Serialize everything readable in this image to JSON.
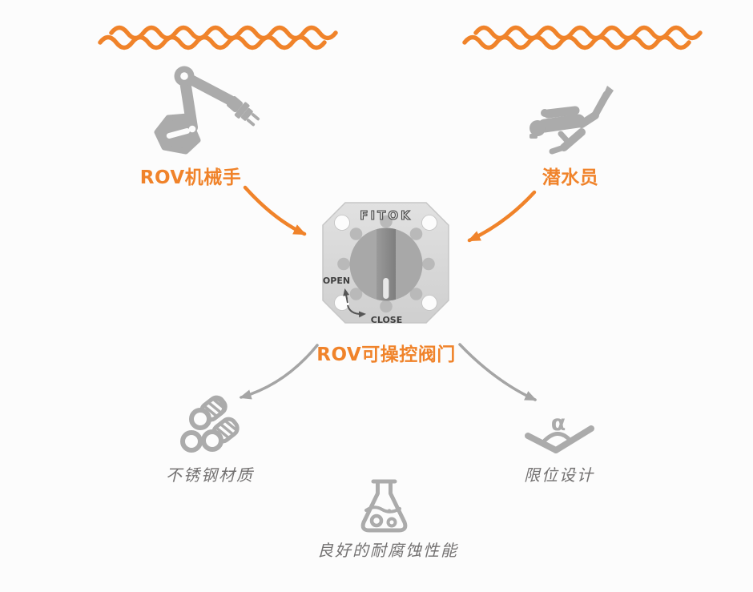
{
  "palette": {
    "orange": "#F0832A",
    "icon_gray": "#ABABAB",
    "caption_gray": "#737171",
    "arrow_gray": "#A5A5A5",
    "background": "#FCFCFC"
  },
  "icons": {
    "left_waves": "water-waves-icon",
    "right_waves": "water-waves-icon",
    "left_source": "rov-manipulator-arm-icon",
    "right_source": "scuba-diver-icon",
    "center": "rov-valve-image",
    "feature_material": "steel-pipes-icon",
    "feature_limit": "angle-limit-icon",
    "feature_corrosion": "flask-icon"
  },
  "top_sources": [
    {
      "id": "rov-arm",
      "label": "ROV机械手"
    },
    {
      "id": "diver",
      "label": "潜水员"
    }
  ],
  "valve": {
    "label": "ROV可操控阀门",
    "brand": "FITOK",
    "open_text": "OPEN",
    "close_text": "CLOSE"
  },
  "features": [
    {
      "id": "material",
      "label": "不锈钢材质"
    },
    {
      "id": "limit",
      "label": "限位设计",
      "symbol": "α"
    },
    {
      "id": "corrosion",
      "label": "良好的耐腐蚀性能"
    }
  ]
}
